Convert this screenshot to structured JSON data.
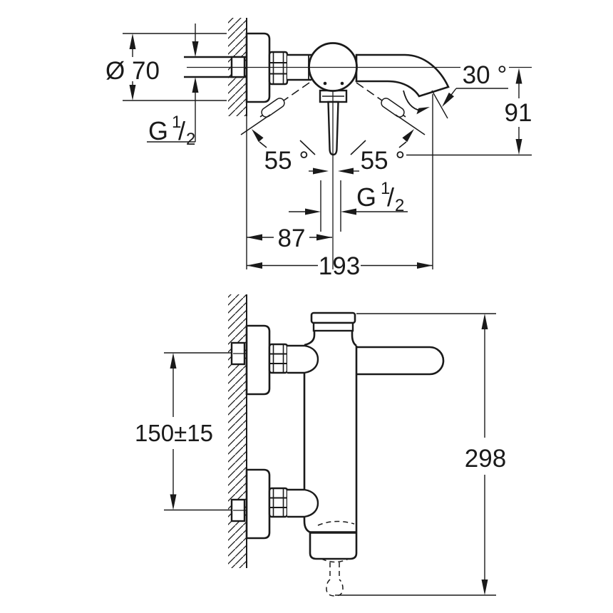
{
  "page": {
    "background": "#ffffff",
    "line_color": "#1a1a1a",
    "description": "Technical dimension drawing of a wall-mounted single-lever bath mixer faucet, two orthographic views with measurements"
  },
  "labels": {
    "flange_diameter": "Ø 70",
    "thread": {
      "prefix": "G",
      "numerator": "1",
      "slash": "/",
      "denominator": "2"
    },
    "swivel_angle_left": "55 °",
    "swivel_angle_right": "55 °",
    "spout_angle": "30 °",
    "spout_height": "91",
    "wall_to_lever_center": "87",
    "wall_to_spout_tip": "193",
    "inlet_center_distance": "150±15",
    "overall_height": "298"
  }
}
